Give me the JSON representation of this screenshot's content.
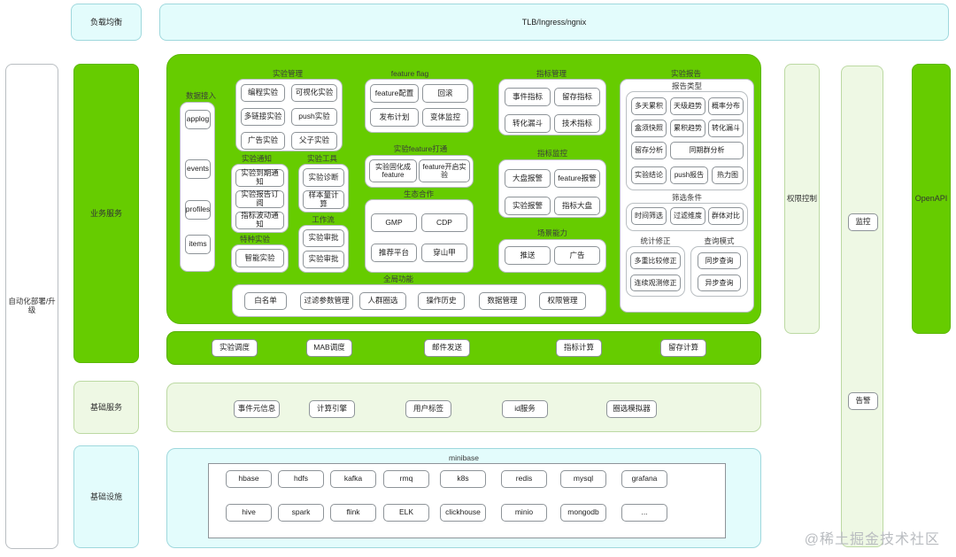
{
  "top": {
    "load_balancer": "负载均衡",
    "gateway": "TLB/Ingress/ngnix"
  },
  "left_rail": {
    "deploy": "自动化部署/升级",
    "layers": [
      {
        "label": "业务服务"
      },
      {
        "label": "基础服务"
      },
      {
        "label": "基础设施"
      }
    ]
  },
  "right_rail": {
    "permission": "权限控制",
    "ops": {
      "monitor": "监控",
      "alert": "告警"
    },
    "openapi": "OpenAPI"
  },
  "business": {
    "data_access": {
      "title": "数据接入",
      "items": [
        "applog",
        "events",
        "profiles",
        "items"
      ]
    },
    "experiment_mgmt": {
      "title": "实验管理",
      "items": [
        "编程实验",
        "可视化实验",
        "多链接实验",
        "push实验",
        "广告实验",
        "父子实验"
      ]
    },
    "experiment_notice": {
      "title": "实验通知",
      "items": [
        "实验到期通知",
        "实验报告订阅",
        "指标波动通知"
      ]
    },
    "special_experiment": {
      "title": "特种实验",
      "items": [
        "智能实验"
      ]
    },
    "experiment_tools": {
      "title": "实验工具",
      "items": [
        "实验诊断",
        "样本量计算"
      ]
    },
    "workflow": {
      "title": "工作流",
      "items": [
        "实验审批",
        "实验审批"
      ]
    },
    "feature_flag": {
      "title": "feature flag",
      "items": [
        "feature配置",
        "回滚",
        "发布计划",
        "变体监控"
      ]
    },
    "feature_bridge": {
      "title": "实验feature打通",
      "items": [
        "实验固化成feature",
        "feature开启实验"
      ]
    },
    "eco": {
      "title": "生态合作",
      "items": [
        "GMP",
        "CDP",
        "推荐平台",
        "穿山甲"
      ]
    },
    "metric_mgmt": {
      "title": "指标管理",
      "items": [
        "事件指标",
        "留存指标",
        "转化漏斗",
        "技术指标"
      ]
    },
    "metric_monitor": {
      "title": "指标监控",
      "items": [
        "大盘报警",
        "feature报警",
        "实验报警",
        "指标大盘"
      ]
    },
    "scene": {
      "title": "场景能力",
      "items": [
        "推送",
        "广告"
      ]
    },
    "report": {
      "title": "实验报告",
      "report_type": {
        "title": "报告类型",
        "row1": [
          "多天累积",
          "天级趋势",
          "概率分布"
        ],
        "row2": [
          "盒须快照",
          "累积趋势",
          "转化漏斗"
        ],
        "row3": [
          "留存分析",
          "同期群分析"
        ],
        "row4": [
          "实验结论",
          "push报告",
          "热力图"
        ]
      },
      "filter": {
        "title": "筛选条件",
        "items": [
          "时间筛选",
          "过滤维度",
          "群体对比"
        ]
      },
      "stats_fix": {
        "title": "统计修正",
        "items": [
          "多重比较修正",
          "连续观测修正"
        ]
      },
      "query_mode": {
        "title": "查询模式",
        "items": [
          "同步查询",
          "异步查询"
        ]
      }
    },
    "global": {
      "title": "全局功能",
      "items": [
        "白名单",
        "过滤参数管理",
        "人群圈选",
        "操作历史",
        "数据管理",
        "权限管理"
      ]
    }
  },
  "service_band": {
    "items": [
      "实验调度",
      "MAB调度",
      "邮件发送",
      "指标计算",
      "留存计算"
    ]
  },
  "base_service": {
    "items": [
      "事件元信息",
      "计算引擎",
      "用户标签",
      "id服务",
      "圈选模拟器"
    ]
  },
  "infra": {
    "title": "minibase",
    "row1": [
      "hbase",
      "hdfs",
      "kafka",
      "rmq",
      "k8s",
      "redis",
      "mysql",
      "grafana"
    ],
    "row2": [
      "hive",
      "spark",
      "flink",
      "ELK",
      "clickhouse",
      "minio",
      "mongodb",
      "..."
    ]
  },
  "watermark": "@稀土掘金技术社区",
  "colors": {
    "green": "#66cc00",
    "pale_green": "#eef8e4",
    "cyan": "#e3fcfc"
  }
}
